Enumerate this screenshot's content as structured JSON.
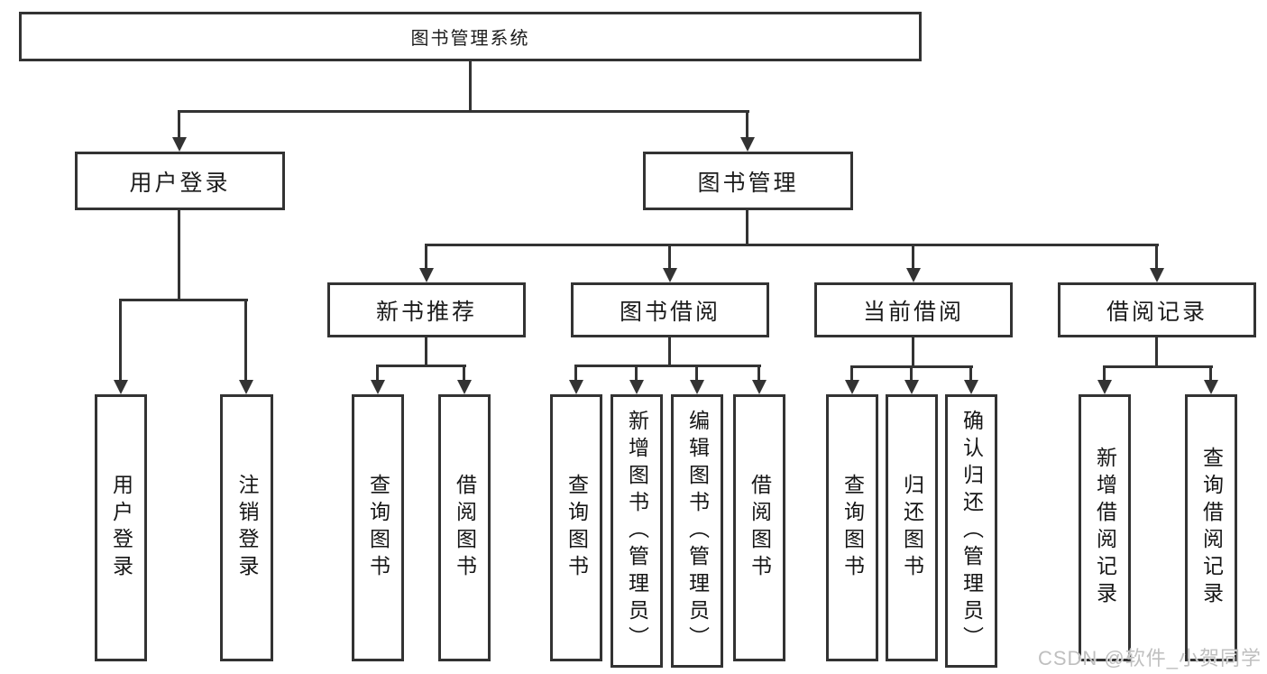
{
  "tree": {
    "root": {
      "label": "图书管理系统"
    },
    "level2": [
      {
        "label": "用户登录"
      },
      {
        "label": "图书管理"
      }
    ],
    "level3": [
      {
        "label": "新书推荐"
      },
      {
        "label": "图书借阅"
      },
      {
        "label": "当前借阅"
      },
      {
        "label": "借阅记录"
      }
    ],
    "leaves": {
      "user_login": [
        {
          "label": "用户登录"
        },
        {
          "label": "注销登录"
        }
      ],
      "new_book": [
        {
          "label": "查询图书"
        },
        {
          "label": "借阅图书"
        }
      ],
      "book_borrow": [
        {
          "label": "查询图书"
        },
        {
          "label": "新增图书（管理员）"
        },
        {
          "label": "编辑图书（管理员）"
        },
        {
          "label": "借阅图书"
        }
      ],
      "current_borrow": [
        {
          "label": "查询图书"
        },
        {
          "label": "归还图书"
        },
        {
          "label": "确认归还（管理员）"
        }
      ],
      "borrow_record": [
        {
          "label": "新增借阅记录"
        },
        {
          "label": "查询借阅记录"
        }
      ]
    }
  },
  "watermark": {
    "text": "CSDN @软件_小贺同学"
  },
  "colors": {
    "line": "#333333",
    "text": "#1c1c1c",
    "background": "#ffffff",
    "watermark": "#bfbfbf"
  }
}
